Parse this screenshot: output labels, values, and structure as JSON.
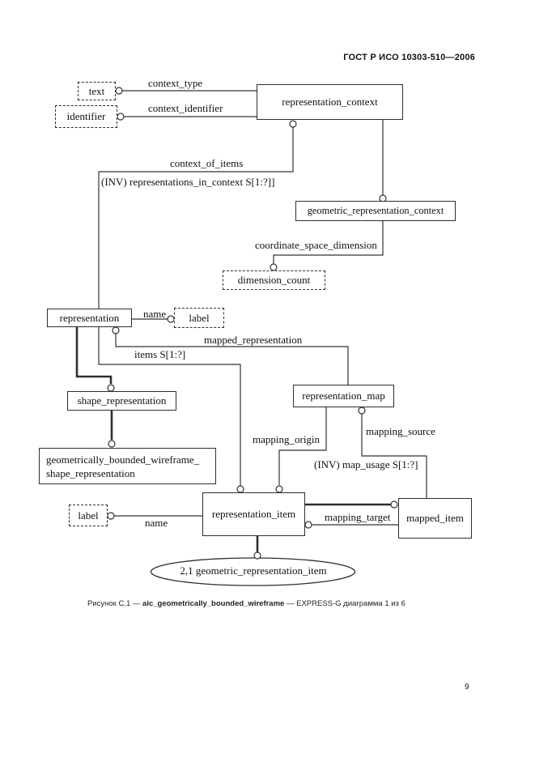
{
  "header": {
    "title": "ГОСТ Р ИСО 10303-510—2006"
  },
  "diagram": {
    "entities": {
      "representation_context": "representation_context",
      "geometric_representation_context": "geometric_representation_context",
      "representation": "representation",
      "shape_representation": "shape_representation",
      "gbw_line1": "geometrically_bounded_wireframe_",
      "gbw_line2": "shape_representation",
      "representation_map": "representation_map",
      "representation_item": "representation_item",
      "mapped_item": "mapped_item"
    },
    "types": {
      "text": "text",
      "identifier": "identifier",
      "dimension_count": "dimension_count",
      "label_top": "label",
      "label_bottom": "label"
    },
    "relations": {
      "context_type": "context_type",
      "context_identifier": "context_identifier",
      "context_of_items": "context_of_items",
      "representations_in_context": "(INV) representations_in_context S[1:?]]",
      "coordinate_space_dimension": "coordinate_space_dimension",
      "name_top": "name",
      "mapped_representation": "mapped_representation",
      "items": "items S[1:?]",
      "mapping_origin": "mapping_origin",
      "mapping_source": "mapping_source",
      "map_usage": "(INV) map_usage S[1:?]",
      "mapping_target": "mapping_target",
      "name_bottom": "name"
    },
    "page_ref_oval": "2,1 geometric_representation_item",
    "colors": {
      "line": "#333333",
      "text": "#111111",
      "background": "#ffffff"
    }
  },
  "caption": {
    "prefix": "Рисунок С.1 — ",
    "schema_name": "aic_geometrically_bounded_wireframe",
    "suffix": " — EXPRESS-G диаграмма 1 из 6"
  },
  "footer": {
    "page_number": "9"
  }
}
